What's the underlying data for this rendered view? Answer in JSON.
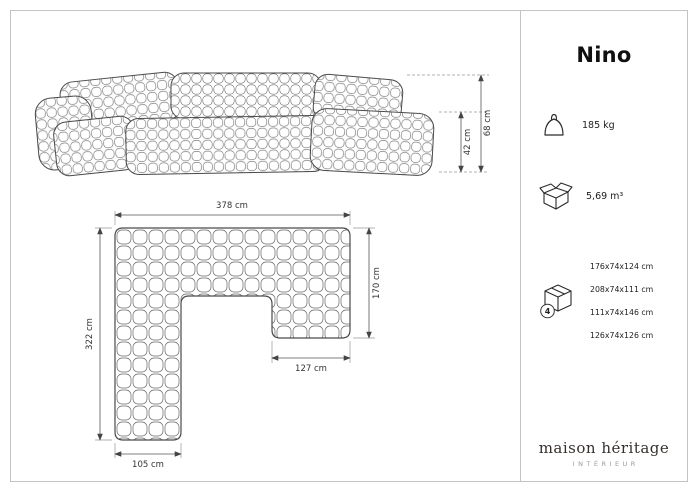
{
  "sheet": {
    "title": "Nino",
    "specs": {
      "weight": "185 kg",
      "volume": "5,69 m³",
      "package_count": "4",
      "package_dimensions": {
        "line1": "176x74x124 cm",
        "line2": "208x74x111 cm",
        "line3": "111x74x146 cm",
        "line4": "126x74x126 cm"
      }
    },
    "brand": {
      "name": "maison héritage",
      "tagline": "INTÉRIEUR"
    },
    "dimensions": {
      "front": {
        "total_height": "68 cm",
        "seat_height": "42 cm"
      },
      "plan": {
        "total_width": "378 cm",
        "left_depth": "322 cm",
        "right_depth": "170 cm",
        "right_arm_width": "127 cm",
        "left_arm_width": "105 cm"
      }
    },
    "colors": {
      "line": "#4a4a4a",
      "frame": "#c4c4c4",
      "dim_text": "#333333"
    }
  }
}
